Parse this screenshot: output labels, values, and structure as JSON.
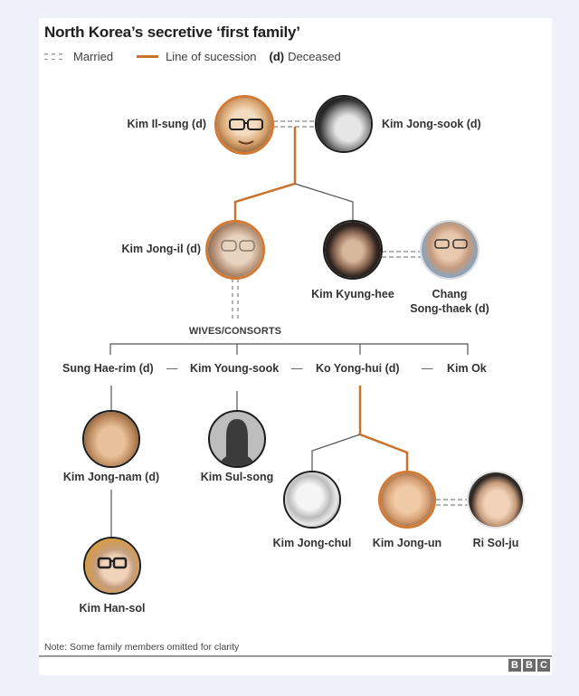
{
  "title": "North Korea’s secretive ‘first family’",
  "legend": {
    "married_label": "Married",
    "succession_label": "Line of sucession",
    "deceased_key": "(d)",
    "deceased_label": "Deceased"
  },
  "colors": {
    "succession": "#c9722c",
    "heir_border": "#d27a33",
    "line": "#555555",
    "married": "#9a9a9a",
    "background": "#eef2f8",
    "card": "#ffffff"
  },
  "people": {
    "kim_il_sung": {
      "name": "Kim Il-sung (d)",
      "icon": "portrait-photo"
    },
    "kim_jong_sook": {
      "name": "Kim Jong-sook (d)",
      "icon": "portrait-photo"
    },
    "kim_jong_il": {
      "name": "Kim Jong-il (d)",
      "icon": "portrait-photo"
    },
    "kim_kyung_hee": {
      "name": "Kim Kyung-hee",
      "icon": "portrait-photo"
    },
    "chang_song_thaek": {
      "name_line1": "Chang",
      "name_line2": "Song-thaek (d)",
      "icon": "portrait-photo"
    },
    "kim_jong_nam": {
      "name": "Kim Jong-nam (d)",
      "icon": "portrait-photo"
    },
    "kim_sul_song": {
      "name": "Kim Sul-song",
      "icon": "silhouette"
    },
    "kim_jong_chul": {
      "name": "Kim Jong-chul",
      "icon": "portrait-photo"
    },
    "kim_jong_un": {
      "name": "Kim Jong-un",
      "icon": "portrait-photo"
    },
    "ri_sol_ju": {
      "name": "Ri Sol-ju",
      "icon": "portrait-photo"
    },
    "kim_han_sol": {
      "name": "Kim Han-sol",
      "icon": "portrait-photo"
    }
  },
  "wives": {
    "label": "WIVES/CONSORTS",
    "items": [
      {
        "name": "Sung Hae-rim (d)"
      },
      {
        "name": "Kim Young-sook"
      },
      {
        "name": "Ko Yong-hui (d)"
      },
      {
        "name": "Kim Ok"
      }
    ],
    "separator": "—"
  },
  "footer": {
    "note": "Note: Some family members omitted for clarity",
    "logo": [
      "B",
      "B",
      "C"
    ]
  }
}
